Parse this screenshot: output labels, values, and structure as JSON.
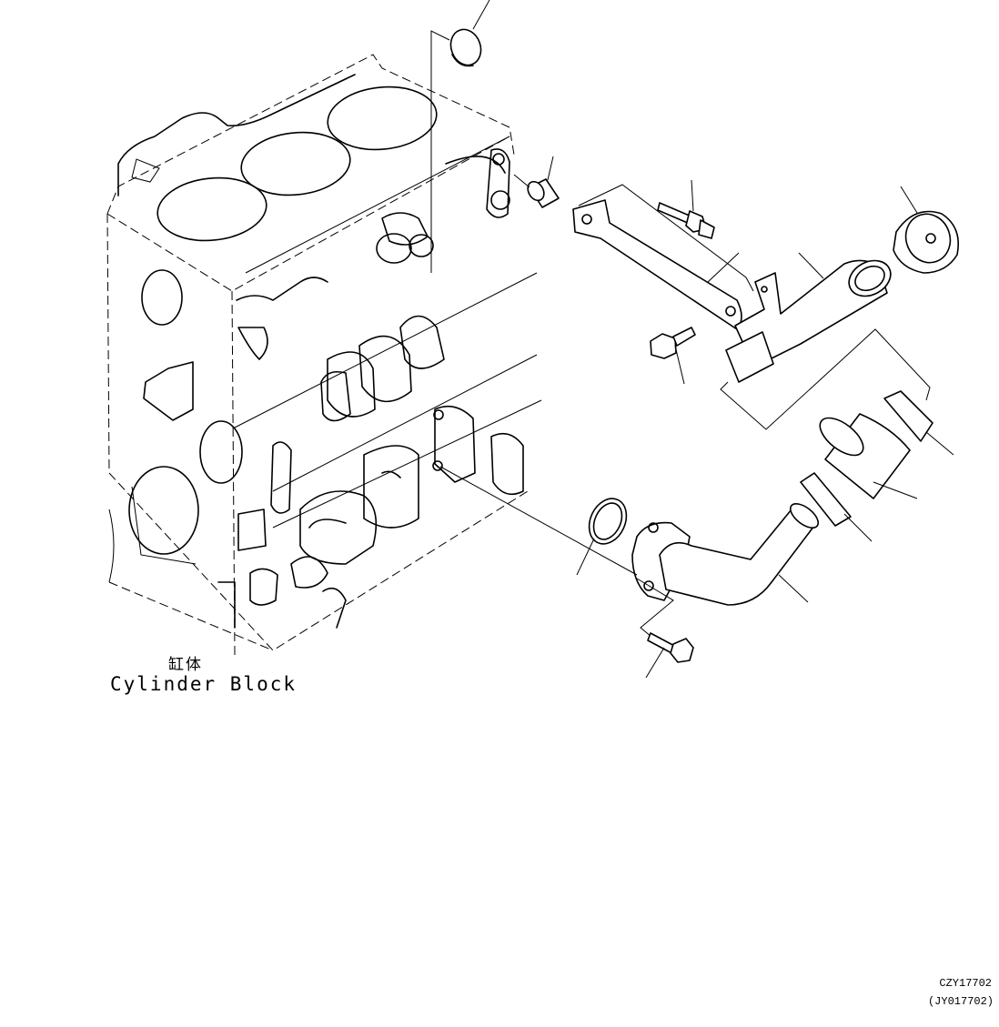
{
  "diagram": {
    "block_label_jp": "缸体",
    "block_label_en": "Cylinder Block",
    "figure_code": "CZY17702",
    "figure_code_alt": "(JY017702)"
  }
}
